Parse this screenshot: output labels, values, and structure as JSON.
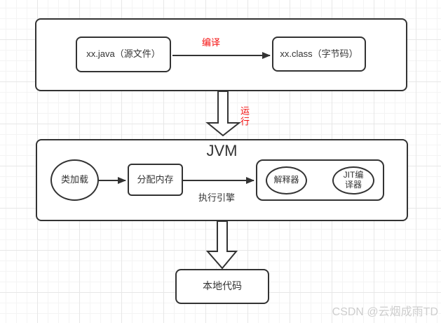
{
  "diagram": {
    "top_group": {
      "source_box_label": "xx.java（源文件）",
      "compile_label": "编译",
      "class_box_label": "xx.class（字节码）"
    },
    "run_label": "运行",
    "jvm": {
      "title": "JVM",
      "class_loader_label": "类加载",
      "allocate_memory_label": "分配内存",
      "execution_engine_label": "执行引擎",
      "interpreter_label": "解释器",
      "jit_compiler_label": "JIT编译器"
    },
    "native_code_label": "本地代码",
    "watermark_text": "CSDN @云烟成雨TD",
    "colors": {
      "stroke": "#333333",
      "accent_red": "#f50f0f",
      "grid_major": "#e7e7e7",
      "grid_minor": "#f4f4f4",
      "watermark": "#cdcdcd"
    }
  }
}
